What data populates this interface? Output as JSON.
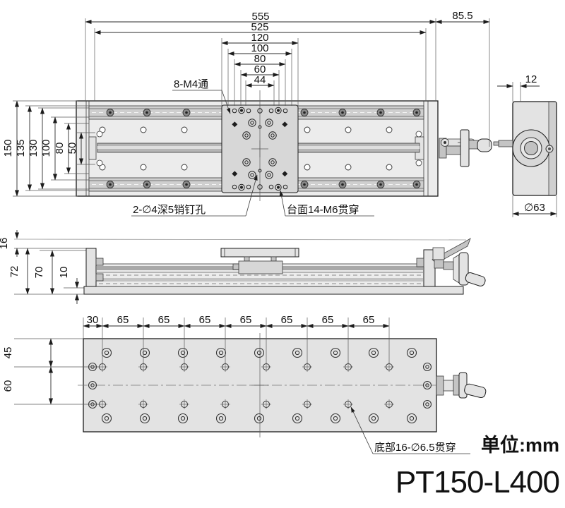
{
  "colors": {
    "line": "#1c1c1c",
    "fill_light": "#ececec",
    "fill_mid": "#c9c9c9",
    "accent_blue": "#16338e"
  },
  "views": {
    "top": {
      "h_dims": [
        "555",
        "525",
        "120",
        "100",
        "80",
        "60",
        "44",
        "85.5"
      ],
      "v_dims": [
        "150",
        "135",
        "130",
        "100",
        "80",
        "50"
      ],
      "callouts": {
        "m4": "8-M4通",
        "pin": "2-∅4深5销钉孔",
        "table": "台面14-M6贯穿"
      }
    },
    "end": {
      "width_dim": "12",
      "dia_dim": "∅63"
    },
    "side": {
      "v_dims": [
        "16",
        "72",
        "70",
        "10"
      ]
    },
    "bottom": {
      "h_dims": [
        "30",
        "65",
        "65",
        "65",
        "65",
        "65",
        "65",
        "65"
      ],
      "v_dims": [
        "45",
        "60"
      ],
      "callout": "底部16-∅6.5贯穿"
    }
  },
  "footer": {
    "unit": "单位:mm",
    "model": "PT150-L400"
  }
}
